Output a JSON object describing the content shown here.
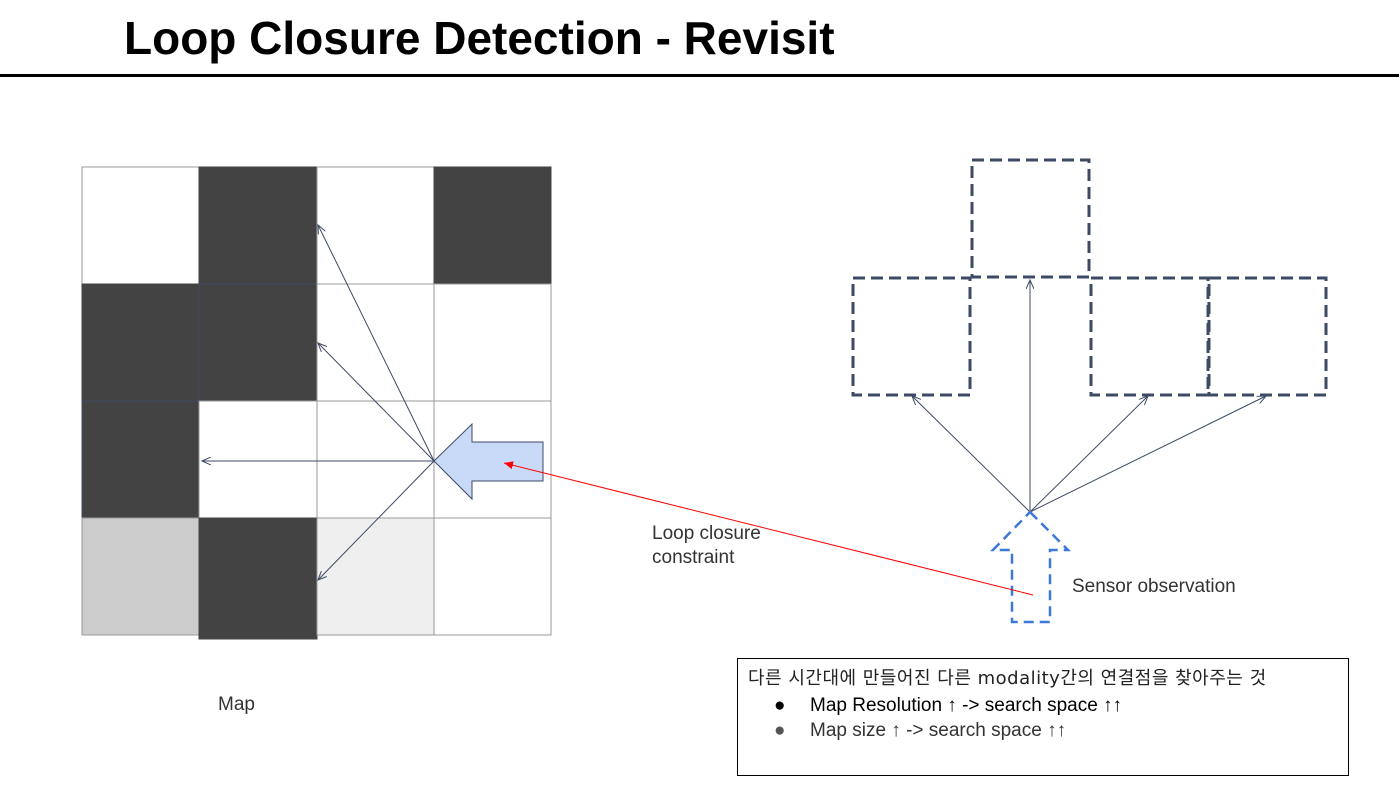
{
  "slide": {
    "title": "Loop Closure Detection - Revisit"
  },
  "labels": {
    "map": "Map",
    "loop_closure_line1": "Loop closure",
    "loop_closure_line2": "constraint",
    "sensor_observation": "Sensor observation"
  },
  "note": {
    "text": "다른 시간대에 만들어진 다른 modality간의 연결점을 찾아주는 것",
    "bullets": [
      {
        "symbol": "●",
        "text": "Map Resolution ↑ -> search space ↑↑"
      },
      {
        "symbol": "●",
        "text": "Map size ↑ -> search space ↑↑"
      }
    ]
  },
  "colors": {
    "occupied": "#434343",
    "unknown_light": "#cccccc",
    "unknown_lighter": "#efefef",
    "free": "#ffffff",
    "grid_line": "#999999",
    "ray": "#3c4a63",
    "robot_fill": "#c9daf8",
    "robot_stroke": "#3c4a63",
    "sensor_dash": "#3c78d8",
    "observation_dash": "#3c4a63",
    "constraint": "#ff0000"
  }
}
